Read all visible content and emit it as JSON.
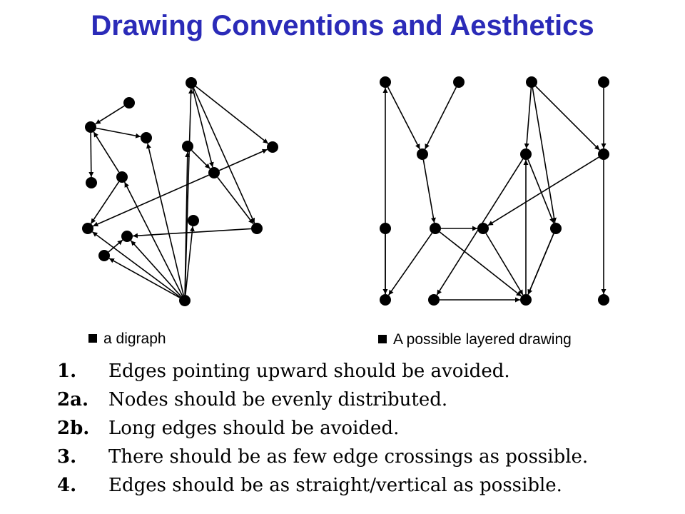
{
  "title": "Drawing Conventions and Aesthetics",
  "captions": {
    "left": "a digraph",
    "right": "A possible layered drawing"
  },
  "rules": [
    {
      "num": "1.",
      "text": "Edges pointing upward should be avoided."
    },
    {
      "num": "2a.",
      "text": "Nodes should be evenly distributed."
    },
    {
      "num": "2b.",
      "text": "Long edges should be avoided."
    },
    {
      "num": "3.",
      "text": "There should be as few edge crossings as possible."
    },
    {
      "num": "4.",
      "text": "Edges should be as straight/vertical as possible."
    }
  ],
  "colors": {
    "title": "#2b2bb8",
    "ink": "#000000"
  },
  "digraph": {
    "nodes": [
      "a",
      "b",
      "c",
      "d",
      "e",
      "f",
      "g",
      "h",
      "i",
      "j",
      "k",
      "l",
      "m",
      "n",
      "o"
    ],
    "edges": [
      [
        "b",
        "c"
      ],
      [
        "c",
        "d"
      ],
      [
        "c",
        "e"
      ],
      [
        "f",
        "c"
      ],
      [
        "f",
        "g"
      ],
      [
        "i",
        "g"
      ],
      [
        "o",
        "g"
      ],
      [
        "o",
        "a"
      ],
      [
        "o",
        "h"
      ],
      [
        "o",
        "e"
      ],
      [
        "o",
        "l"
      ],
      [
        "o",
        "m"
      ],
      [
        "o",
        "j"
      ],
      [
        "o",
        "f"
      ],
      [
        "a",
        "i"
      ],
      [
        "a",
        "k"
      ],
      [
        "a",
        "n"
      ],
      [
        "l",
        "i"
      ],
      [
        "i",
        "n"
      ],
      [
        "n",
        "j"
      ],
      [
        "h",
        "j"
      ],
      [
        "i",
        "k"
      ]
    ]
  },
  "layered": {
    "nodes": [
      "p1",
      "p2",
      "p3",
      "p4",
      "q1",
      "q2",
      "q3",
      "r1",
      "r2",
      "r3",
      "r4",
      "s1",
      "s2",
      "s3",
      "s4",
      "s5",
      "t1",
      "t2",
      "t3",
      "t4",
      "t5"
    ],
    "edges": [
      [
        "p1",
        "q1"
      ],
      [
        "p2",
        "q1"
      ],
      [
        "p3",
        "q2"
      ],
      [
        "p3",
        "q3"
      ],
      [
        "p3",
        "r2"
      ],
      [
        "p4",
        "q3"
      ],
      [
        "q1",
        "s2"
      ],
      [
        "q2",
        "s4"
      ],
      [
        "q2",
        "r2"
      ],
      [
        "q3",
        "r1"
      ],
      [
        "q3",
        "s5"
      ],
      [
        "s2",
        "t1"
      ],
      [
        "s2",
        "r1"
      ],
      [
        "s2",
        "t3"
      ],
      [
        "s3",
        "t3"
      ],
      [
        "s4",
        "t3"
      ],
      [
        "s5",
        "t5"
      ],
      [
        "r2",
        "s3"
      ],
      [
        "r2",
        "t3"
      ],
      [
        "r1",
        "s3"
      ],
      [
        "s1",
        "t1"
      ],
      [
        "t1",
        "p1"
      ],
      [
        "t3",
        "q2"
      ]
    ]
  }
}
